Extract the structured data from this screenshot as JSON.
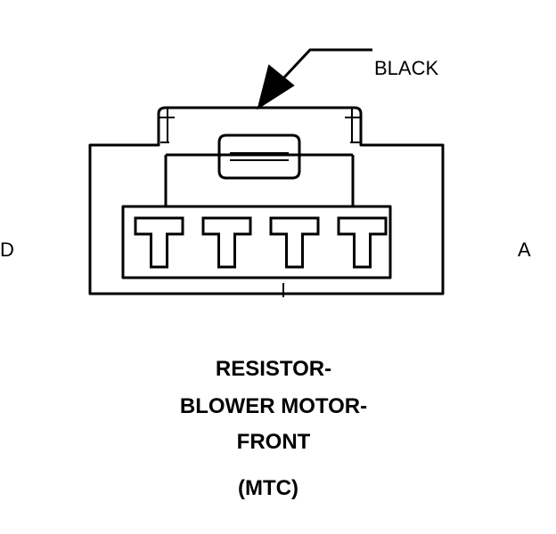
{
  "connector": {
    "color_callout": "BLACK",
    "left_pin_label": "D",
    "right_pin_label": "A",
    "terminal_count": 4
  },
  "caption": {
    "line1": "RESISTOR-",
    "line2": "BLOWER MOTOR-",
    "line3": "FRONT",
    "line4": "(MTC)"
  },
  "colors": {
    "line": "#000000",
    "background": "#ffffff"
  }
}
